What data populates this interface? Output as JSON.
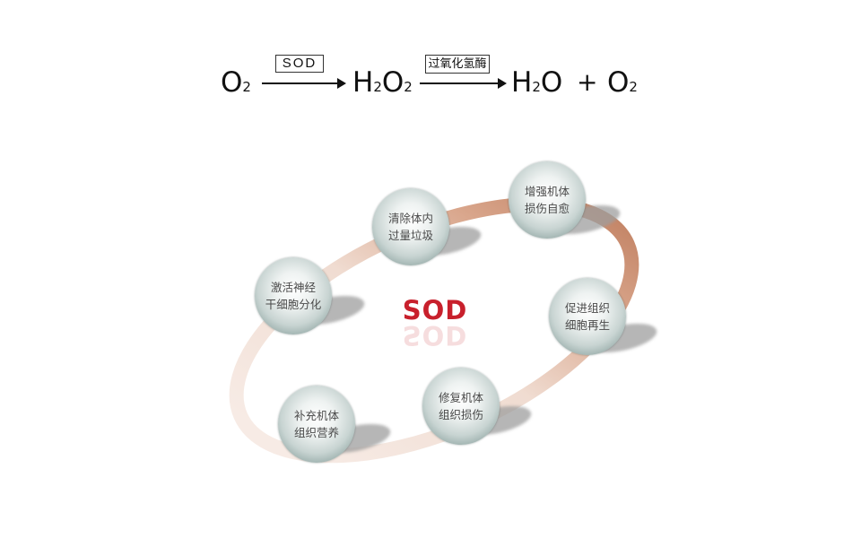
{
  "equation": {
    "reactant": {
      "base": "O",
      "sub": "2"
    },
    "catalyst1": "SOD",
    "intermediate": [
      {
        "base": "H",
        "sub": "2"
      },
      {
        "base": "O",
        "sub": "2"
      }
    ],
    "catalyst2": "过氧化氢酶",
    "product1": [
      {
        "base": "H",
        "sub": "2"
      },
      {
        "base": "O",
        "sub": ""
      }
    ],
    "plus": "+",
    "product2": {
      "base": "O",
      "sub": "2"
    }
  },
  "cycle": {
    "center": "SOD",
    "nodes": [
      {
        "line1": "清除体内",
        "line2": "过量垃圾"
      },
      {
        "line1": "增强机体",
        "line2": "损伤自愈"
      },
      {
        "line1": "促进组织",
        "line2": "细胞再生"
      },
      {
        "line1": "修复机体",
        "line2": "组织损伤"
      },
      {
        "line1": "补充机体",
        "line2": "组织营养"
      },
      {
        "line1": "激活神经",
        "line2": "干细胞分化"
      }
    ],
    "colors": {
      "ring_light": "#f4e4dc",
      "ring_dark": "#c98a6c",
      "center_text": "#c8202c",
      "node_edge": "#7a928f"
    }
  }
}
